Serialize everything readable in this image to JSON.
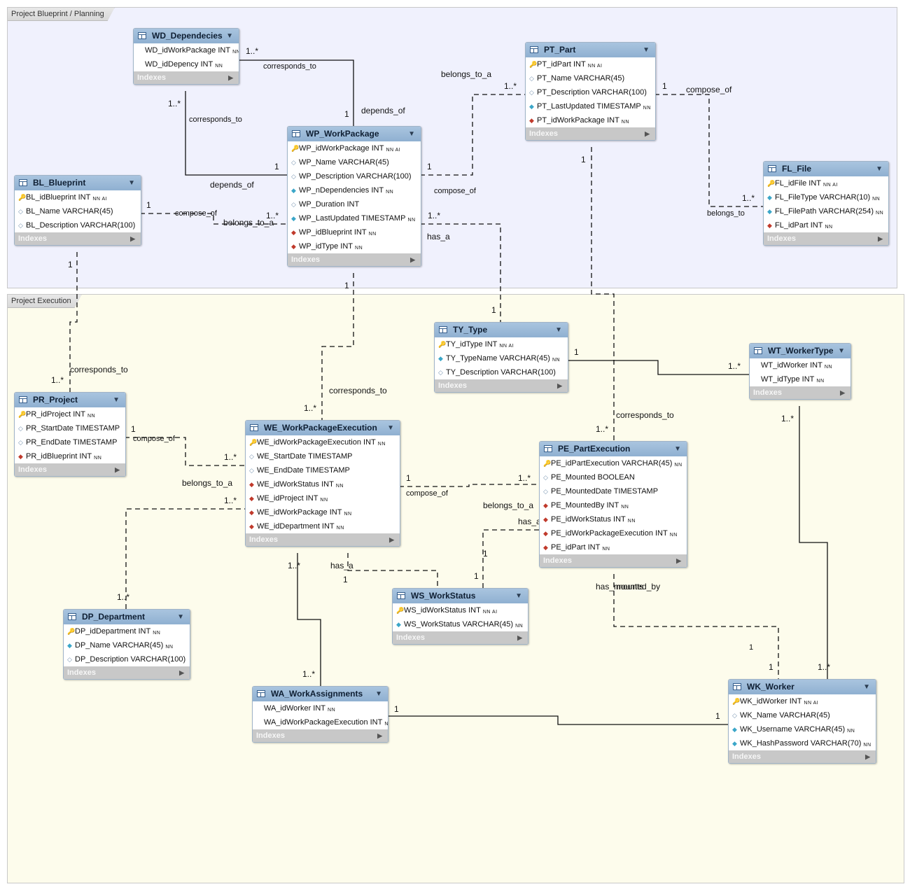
{
  "regions": {
    "planning": "Project Blueprint / Planning",
    "execution": "Project Execution"
  },
  "indexes_label": "Indexes",
  "tables": {
    "wd": {
      "name": "WD_Dependecies",
      "cols": [
        {
          "m": "none",
          "n": "WD_idWorkPackage INT",
          "f": "NN"
        },
        {
          "m": "none",
          "n": "WD_idDepency INT",
          "f": "NN"
        }
      ]
    },
    "pt": {
      "name": "PT_Part",
      "cols": [
        {
          "m": "key",
          "n": "PT_idPart INT",
          "f": "NN AI"
        },
        {
          "m": "col",
          "n": "PT_Name VARCHAR(45)",
          "f": ""
        },
        {
          "m": "col",
          "n": "PT_Description VARCHAR(100)",
          "f": ""
        },
        {
          "m": "nn",
          "n": "PT_LastUpdated TIMESTAMP",
          "f": "NN"
        },
        {
          "m": "fk",
          "n": "PT_idWorkPackage INT",
          "f": "NN"
        }
      ]
    },
    "wp": {
      "name": "WP_WorkPackage",
      "cols": [
        {
          "m": "key",
          "n": "WP_idWorkPackage INT",
          "f": "NN AI"
        },
        {
          "m": "col",
          "n": "WP_Name VARCHAR(45)",
          "f": ""
        },
        {
          "m": "col",
          "n": "WP_Description VARCHAR(100)",
          "f": ""
        },
        {
          "m": "nn",
          "n": "WP_nDependencies INT",
          "f": "NN"
        },
        {
          "m": "col",
          "n": "WP_Duration INT",
          "f": ""
        },
        {
          "m": "nn",
          "n": "WP_LastUpdated TIMESTAMP",
          "f": "NN"
        },
        {
          "m": "fk",
          "n": "WP_idBlueprint INT",
          "f": "NN"
        },
        {
          "m": "fk",
          "n": "WP_idType INT",
          "f": "NN"
        }
      ]
    },
    "bl": {
      "name": "BL_Blueprint",
      "cols": [
        {
          "m": "key",
          "n": "BL_idBlueprint INT",
          "f": "NN AI"
        },
        {
          "m": "col",
          "n": "BL_Name VARCHAR(45)",
          "f": ""
        },
        {
          "m": "col",
          "n": "BL_Description VARCHAR(100)",
          "f": ""
        }
      ]
    },
    "fl": {
      "name": "FL_File",
      "cols": [
        {
          "m": "key",
          "n": "FL_idFile INT",
          "f": "NN AI"
        },
        {
          "m": "nn",
          "n": "FL_FileType VARCHAR(10)",
          "f": "NN"
        },
        {
          "m": "nn",
          "n": "FL_FilePath VARCHAR(254)",
          "f": "NN"
        },
        {
          "m": "fk",
          "n": "FL_idPart INT",
          "f": "NN"
        }
      ]
    },
    "ty": {
      "name": "TY_Type",
      "cols": [
        {
          "m": "key",
          "n": "TY_idType INT",
          "f": "NN AI"
        },
        {
          "m": "nn",
          "n": "TY_TypeName VARCHAR(45)",
          "f": "NN"
        },
        {
          "m": "col",
          "n": "TY_Description VARCHAR(100)",
          "f": ""
        }
      ]
    },
    "wt": {
      "name": "WT_WorkerType",
      "cols": [
        {
          "m": "none",
          "n": "WT_idWorker INT",
          "f": "NN"
        },
        {
          "m": "none",
          "n": "WT_idType INT",
          "f": "NN"
        }
      ]
    },
    "pr": {
      "name": "PR_Project",
      "cols": [
        {
          "m": "key",
          "n": "PR_idProject INT",
          "f": "NN"
        },
        {
          "m": "col",
          "n": "PR_StartDate TIMESTAMP",
          "f": ""
        },
        {
          "m": "col",
          "n": "PR_EndDate TIMESTAMP",
          "f": ""
        },
        {
          "m": "fk",
          "n": "PR_idBlueprint INT",
          "f": "NN"
        }
      ]
    },
    "we": {
      "name": "WE_WorkPackageExecution",
      "cols": [
        {
          "m": "key",
          "n": "WE_idWorkPackageExecution INT",
          "f": "NN"
        },
        {
          "m": "col",
          "n": "WE_StartDate TIMESTAMP",
          "f": ""
        },
        {
          "m": "col",
          "n": "WE_EndDate TIMESTAMP",
          "f": ""
        },
        {
          "m": "fk",
          "n": "WE_idWorkStatus INT",
          "f": "NN"
        },
        {
          "m": "fk",
          "n": "WE_idProject INT",
          "f": "NN"
        },
        {
          "m": "fk",
          "n": "WE_idWorkPackage INT",
          "f": "NN"
        },
        {
          "m": "fk",
          "n": "WE_idDepartment INT",
          "f": "NN"
        }
      ]
    },
    "pe": {
      "name": "PE_PartExecution",
      "cols": [
        {
          "m": "key",
          "n": "PE_idPartExecution VARCHAR(45)",
          "f": "NN"
        },
        {
          "m": "col",
          "n": "PE_Mounted BOOLEAN",
          "f": ""
        },
        {
          "m": "col",
          "n": "PE_MountedDate TIMESTAMP",
          "f": ""
        },
        {
          "m": "fk",
          "n": "PE_MountedBy INT",
          "f": "NN"
        },
        {
          "m": "fk",
          "n": "PE_idWorkStatus INT",
          "f": "NN"
        },
        {
          "m": "fk",
          "n": "PE_idWorkPackageExecution INT",
          "f": "NN"
        },
        {
          "m": "fk",
          "n": "PE_idPart INT",
          "f": "NN"
        }
      ]
    },
    "ws": {
      "name": "WS_WorkStatus",
      "cols": [
        {
          "m": "key",
          "n": "WS_idWorkStatus INT",
          "f": "NN AI"
        },
        {
          "m": "nn",
          "n": "WS_WorkStatus VARCHAR(45)",
          "f": "NN"
        }
      ]
    },
    "dp": {
      "name": "DP_Department",
      "cols": [
        {
          "m": "key",
          "n": "DP_idDepartment INT",
          "f": "NN"
        },
        {
          "m": "nn",
          "n": "DP_Name VARCHAR(45)",
          "f": "NN"
        },
        {
          "m": "col",
          "n": "DP_Description VARCHAR(100)",
          "f": ""
        }
      ]
    },
    "wa": {
      "name": "WA_WorkAssignments",
      "cols": [
        {
          "m": "none",
          "n": "WA_idWorker INT",
          "f": "NN"
        },
        {
          "m": "none",
          "n": "WA_idWorkPackageExecution INT",
          "f": "NN"
        }
      ]
    },
    "wk": {
      "name": "WK_Worker",
      "cols": [
        {
          "m": "key",
          "n": "WK_idWorker INT",
          "f": "NN AI"
        },
        {
          "m": "col",
          "n": "WK_Name VARCHAR(45)",
          "f": ""
        },
        {
          "m": "nn",
          "n": "WK_Username VARCHAR(45)",
          "f": "NN"
        },
        {
          "m": "nn",
          "n": "WK_HashPassword VARCHAR(70)",
          "f": "NN"
        }
      ]
    }
  },
  "relationship_labels": [
    "1..*",
    "corresponds_to",
    "1",
    "depends_of",
    "1..*",
    "corresponds_to",
    "1",
    "depends_of",
    "belongs_to_a",
    "1..*",
    "1",
    "compose_of",
    "1",
    "1..*",
    "belongs_to",
    "1",
    "compose_of",
    "1..*",
    "belongs_to_a",
    "1..*",
    "has_a",
    "1",
    "compose_of",
    "1",
    "1",
    "corresponds_to",
    "1..*",
    "1",
    "corresponds_to",
    "1..*",
    "1",
    "1..*",
    "corresponds_to",
    "1..*",
    "1..*",
    "1",
    "compose_of",
    "1..*",
    "belongs_to_a",
    "1",
    "compose_of",
    "1..*",
    "belongs_to_a",
    "1..*",
    "has_a",
    "1",
    "1",
    "1..*",
    "has_a",
    "1",
    "1..*",
    "1..*",
    "has_mounted_by",
    "mounts",
    "1",
    "1",
    "1..*",
    "1",
    "1"
  ]
}
